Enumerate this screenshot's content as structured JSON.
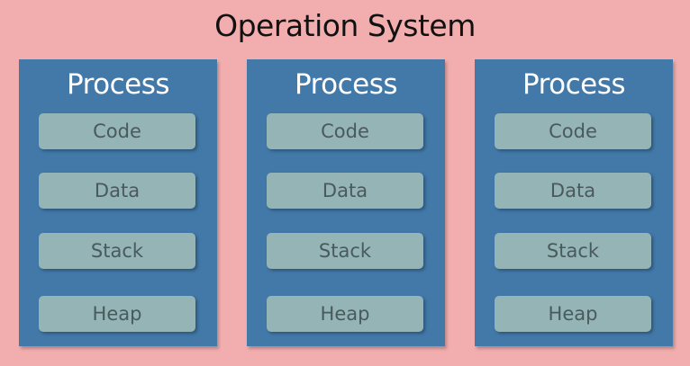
{
  "title": "Operation System",
  "processes": [
    {
      "label": "Process",
      "segments": [
        "Code",
        "Data",
        "Stack",
        "Heap"
      ]
    },
    {
      "label": "Process",
      "segments": [
        "Code",
        "Data",
        "Stack",
        "Heap"
      ]
    },
    {
      "label": "Process",
      "segments": [
        "Code",
        "Data",
        "Stack",
        "Heap"
      ]
    }
  ],
  "colors": {
    "background": "#f2aeae",
    "process_box": "#4279a8",
    "segment_box": "#94b4b5",
    "segment_text": "#4a5a5c"
  }
}
